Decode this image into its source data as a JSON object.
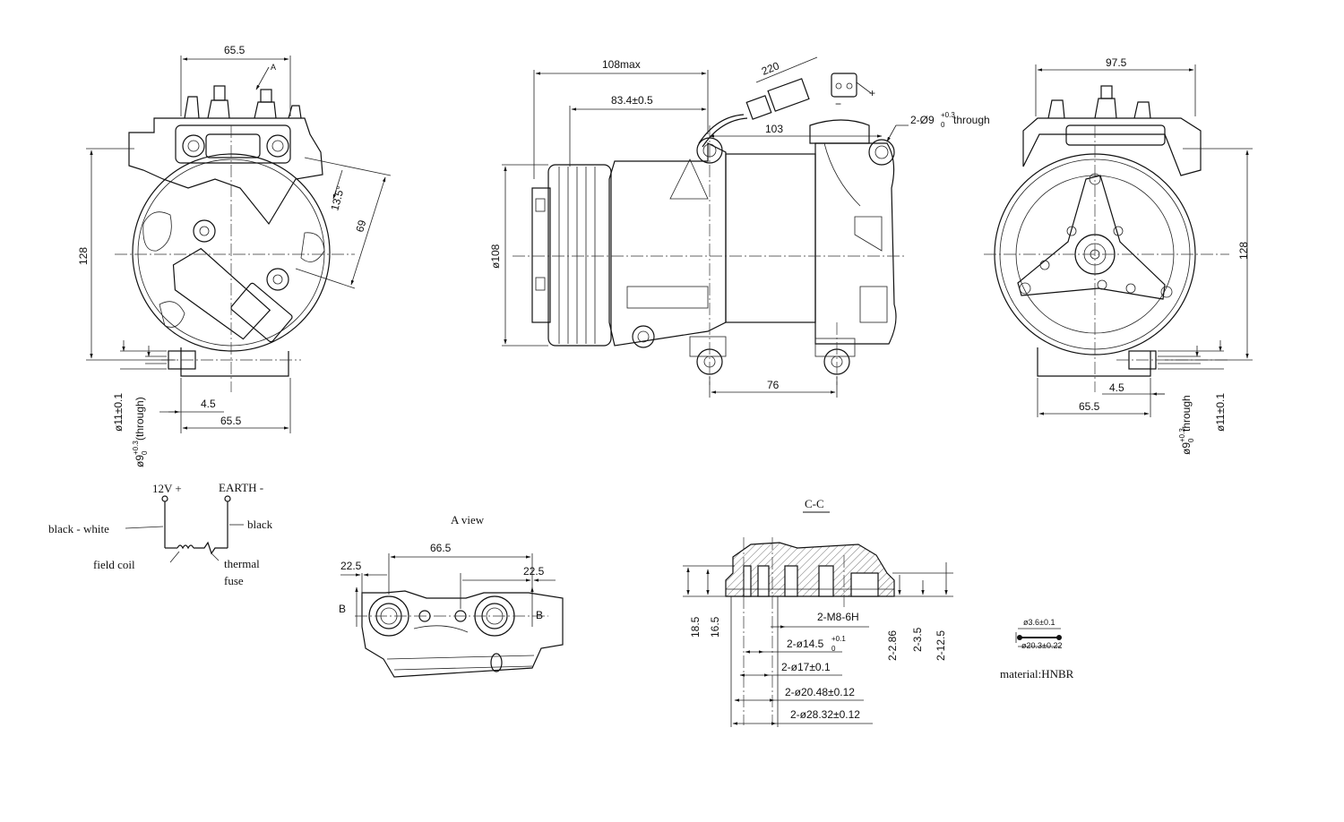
{
  "left_view": {
    "dim_top_width": "65.5",
    "arrow_label": "A",
    "dim_height": "128",
    "dim_angle": "13.5°",
    "dim_diag": "69",
    "dim_offset": "4.5",
    "dim_bottom_width": "65.5",
    "dim_hole_a": "ø11±0.1",
    "dim_hole_b_main": "ø9",
    "dim_hole_b_tol_up": "+0.3",
    "dim_hole_b_tol_low": "0",
    "dim_hole_b_note": "(through)"
  },
  "side_view": {
    "dim_overall": "108max",
    "dim_pulley": "83.4±0.5",
    "dim_cable": "220",
    "dim_mount": "103",
    "dim_pulley_dia": "ø108",
    "dim_bottom": "76",
    "hole_note_main": "2-Ø9",
    "hole_note_tol_up": "+0.3",
    "hole_note_tol_low": "0",
    "hole_note_suffix": "through",
    "connector_minus": "−",
    "connector_plus": "+"
  },
  "right_view": {
    "dim_top_width": "97.5",
    "dim_height": "128",
    "dim_offset": "4.5",
    "dim_bottom_width": "65.5",
    "dim_hole_a": "ø11±0.1",
    "dim_hole_b_main": "ø9",
    "dim_hole_b_tol_up": "+0.3",
    "dim_hole_b_tol_low": "0",
    "dim_hole_b_note": "through"
  },
  "wiring": {
    "label_12v": "12V +",
    "label_earth": "EARTH -",
    "label_black_white": "black - white",
    "label_black": "black",
    "label_field_coil": "field coil",
    "label_thermal": "thermal",
    "label_fuse": "fuse"
  },
  "a_view": {
    "title": "A view",
    "dim_left": "22.5",
    "dim_center": "66.5",
    "dim_right": "22.5",
    "label_b_left": "B",
    "label_b_right": "B"
  },
  "section_cc": {
    "title": "C-C",
    "dim_18_5": "18.5",
    "dim_16_5": "16.5",
    "thread": "2-M8-6H",
    "dia1_main": "2-ø14.5",
    "dia1_tol_up": "+0.1",
    "dia1_tol_low": "0",
    "dia2": "2-ø17±0.1",
    "dia3": "2-ø20.48±0.12",
    "dia4": "2-ø28.32±0.12",
    "depth1": "2-2.86",
    "depth2": "2-3.5",
    "depth3": "2-12.5"
  },
  "oring": {
    "dim_cross": "ø3.6±0.1",
    "dim_inner": "ø20.3±0.22",
    "material": "material:HNBR"
  }
}
